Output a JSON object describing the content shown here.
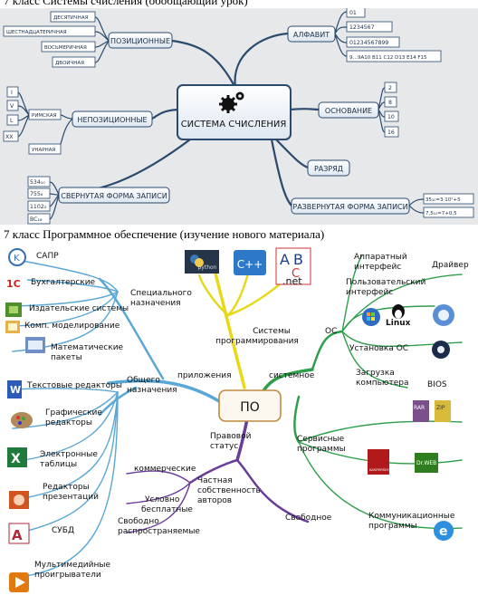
{
  "header1": "7 класс Системы счисления (обобщающий урок)",
  "header2": "7 класс Программное обеспечение (изучение нового материала)",
  "map1": {
    "center": "СИСТЕМА СЧИСЛЕНИЯ",
    "alphabet": {
      "label": "АЛФАВИТ",
      "items": [
        "01",
        "1234567",
        "01234567899",
        "9…9A10 B11 C12 D13 E14 F15"
      ]
    },
    "positional": {
      "label": "ПОЗИЦИОННЫЕ",
      "items": [
        "ДЕСЯТИЧНАЯ",
        "ШЕСТНАДЦАТЕРИЧНАЯ",
        "ВОСЬМЕРИЧНАЯ",
        "ДВОИЧНАЯ"
      ]
    },
    "nonpositional": {
      "label": "НЕПОЗИЦИОННЫЕ",
      "roman": "РИМСКАЯ",
      "roman_digits": [
        "I",
        "V",
        "L",
        "XX"
      ],
      "unary": "УНАРНАЯ"
    },
    "base": {
      "label": "ОСНОВАНИЕ",
      "items": [
        "2",
        "8",
        "10",
        "16"
      ]
    },
    "digit": "РАЗРЯД",
    "collapsed": {
      "label": "СВЕРНУТАЯ ФОРМА ЗАПИСИ",
      "items": [
        "534₁₀",
        "755₈",
        "1102₂",
        "BC₁₆"
      ]
    },
    "expanded": {
      "label": "РАЗВЕРНУТАЯ ФОРМА ЗАПИСИ",
      "items": [
        "35₁₀=3·10¹+5",
        "7,5₁₀=7+0,5"
      ]
    }
  },
  "map2": {
    "center": "ПО",
    "branches": {
      "special": "Специального назначения",
      "general": "Общего назначения",
      "applications": "приложения",
      "programming": "Системы программирования",
      "system": "системное",
      "os": "ОС",
      "service": "Сервисные программы",
      "legal": "Правовой статус",
      "proprietary": "Частная собственность авторов",
      "free": "Свободное",
      "commercial": "коммерческие",
      "conditional": "Условно бесплатные",
      "freely": "Свободно распространяемые"
    },
    "special_items": [
      "САПР",
      "Бухгалтерские",
      "Издательские системы",
      "Комп. моделирование",
      "Математические пакеты"
    ],
    "general_items": [
      "Текстовые редакторы",
      "Графические редакторы",
      "Электронные таблицы",
      "Редакторы презентаций",
      "СУБД",
      "Мультимедийные проигрыватели"
    ],
    "os_items": [
      "Аппаратный интерфейс",
      "Драйвер",
      "Пользовательский интерфейс",
      "Установка ОС",
      "Загрузка компьютера",
      "BIOS"
    ],
    "comm": "Коммуникационные программы",
    "logos": {
      "python": "python",
      "cpp": "C++",
      "abc_a": "A",
      "abc_b": "B",
      "abc_c": "C",
      "net": ".net",
      "linux": "Linux",
      "rar": "RAR",
      "zip": "ZIP",
      "kaspersky": "KASPERSKY",
      "drweb": "Dr.WEB",
      "onec": "1С"
    },
    "colors": {
      "special": "#5aa7d6",
      "programming": "#e8d81a",
      "system": "#2e9e4b",
      "legal": "#6a3d9a",
      "center_border": "#c08a3e"
    }
  }
}
